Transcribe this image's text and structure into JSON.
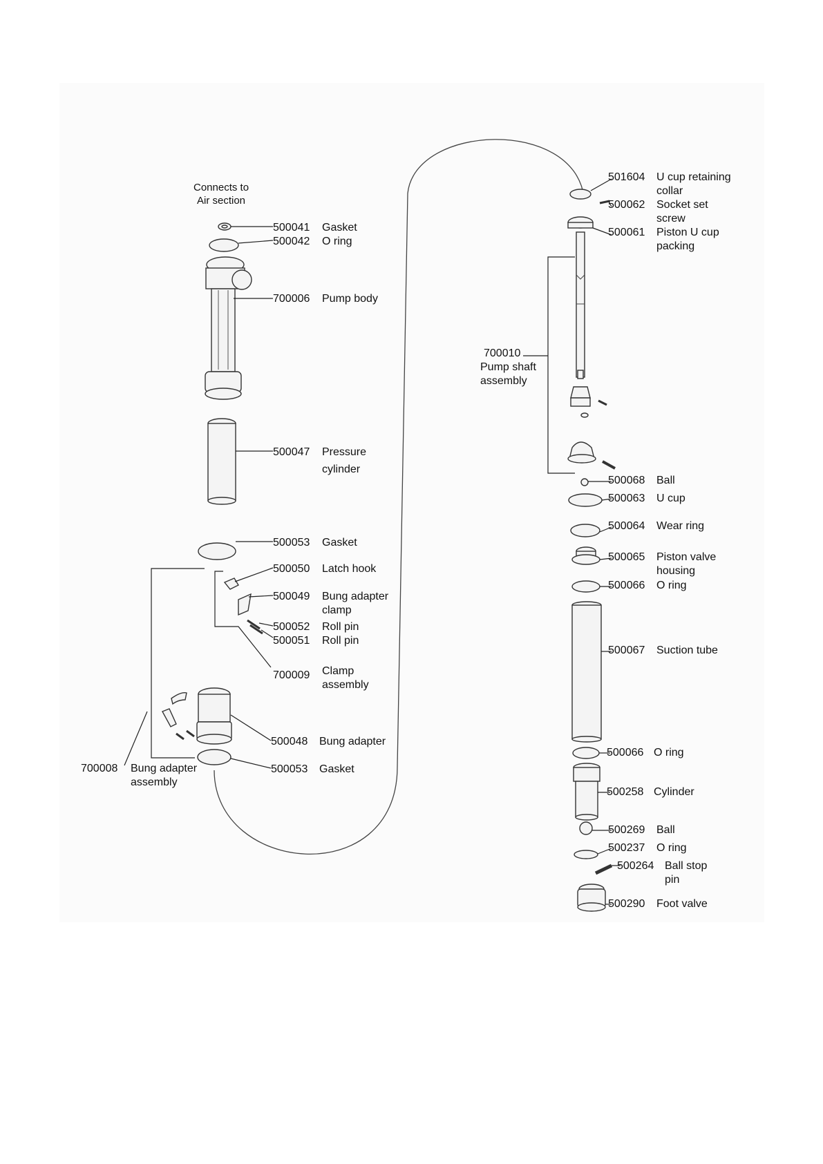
{
  "connects_note": [
    "Connects to",
    "Air section"
  ],
  "left_parts": [
    {
      "num": "500041",
      "desc": [
        "Gasket"
      ]
    },
    {
      "num": "500042",
      "desc": [
        "O ring"
      ]
    },
    {
      "num": "700006",
      "desc": [
        "Pump body"
      ]
    },
    {
      "num": "500047",
      "desc": [
        "Pressure",
        "cylinder"
      ]
    },
    {
      "num": "500053",
      "desc": [
        "Gasket"
      ]
    },
    {
      "num": "500050",
      "desc": [
        "Latch hook"
      ]
    },
    {
      "num": "500049",
      "desc": [
        "Bung adapter",
        "clamp"
      ]
    },
    {
      "num": "500052",
      "desc": [
        "Roll pin"
      ]
    },
    {
      "num": "500051",
      "desc": [
        "Roll pin"
      ]
    },
    {
      "num": "700009",
      "desc": [
        "Clamp",
        "assembly"
      ]
    },
    {
      "num": "500048",
      "desc": [
        "Bung adapter"
      ]
    },
    {
      "num": "500053",
      "desc": [
        "Gasket"
      ]
    }
  ],
  "bung_assembly": {
    "num": "700008",
    "desc": [
      "Bung adapter",
      "assembly"
    ]
  },
  "shaft_assembly": {
    "num": "700010",
    "desc": [
      "Pump shaft",
      "assembly"
    ]
  },
  "right_parts": [
    {
      "num": "501604",
      "desc": [
        "U cup retaining",
        "collar"
      ]
    },
    {
      "num": "500062",
      "desc": [
        "Socket set",
        "screw"
      ]
    },
    {
      "num": "500061",
      "desc": [
        "Piston U cup",
        "packing"
      ]
    },
    {
      "num": "500068",
      "desc": [
        "Ball"
      ]
    },
    {
      "num": "500063",
      "desc": [
        "U cup"
      ]
    },
    {
      "num": "500064",
      "desc": [
        "Wear ring"
      ]
    },
    {
      "num": "500065",
      "desc": [
        "Piston valve",
        "housing"
      ]
    },
    {
      "num": "500066",
      "desc": [
        "O ring"
      ]
    },
    {
      "num": "500067",
      "desc": [
        "Suction tube"
      ]
    },
    {
      "num": "500066",
      "desc": [
        "O ring"
      ]
    },
    {
      "num": "500258",
      "desc": [
        "Cylinder"
      ]
    },
    {
      "num": "500269",
      "desc": [
        "Ball"
      ]
    },
    {
      "num": "500237",
      "desc": [
        "O ring"
      ]
    },
    {
      "num": "500264",
      "desc": [
        "Ball stop",
        "pin"
      ]
    },
    {
      "num": "500290",
      "desc": [
        "Foot valve"
      ]
    }
  ]
}
